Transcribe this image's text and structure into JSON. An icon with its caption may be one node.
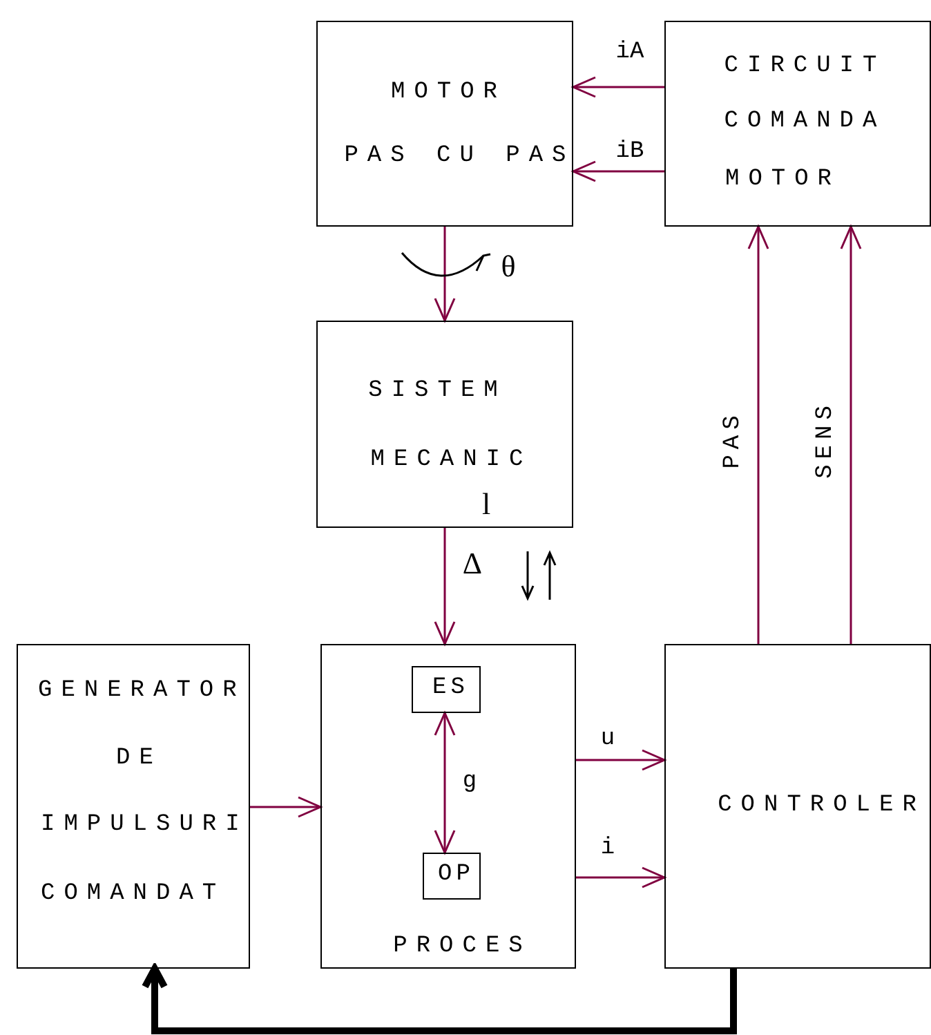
{
  "diagram": {
    "nodes": [
      {
        "text": [
          "MOTOR",
          "PAS CU PAS"
        ]
      },
      {
        "text": [
          "CIRCUIT",
          "COMANDA",
          "MOTOR"
        ]
      },
      {
        "text": [
          "SISTEM",
          "MECANIC"
        ]
      },
      {
        "text": [
          "GENERATOR",
          "DE",
          "IMPULSURI",
          "COMANDAT"
        ]
      },
      {
        "text": [
          "PROCES"
        ]
      },
      {
        "text": [
          "ES"
        ],
        "in": 4
      },
      {
        "text": [
          "OP"
        ],
        "in": 4
      },
      {
        "text": [
          "CONTROLER"
        ]
      }
    ],
    "edges": [
      {
        "from": 1,
        "to": 0,
        "arrow": "to",
        "label": "iA"
      },
      {
        "from": 1,
        "to": 0,
        "arrow": "to",
        "label": "iB"
      },
      {
        "from": 0,
        "to": 2,
        "arrow": "to"
      },
      {
        "from": 2,
        "to": 4,
        "arrow": "to"
      },
      {
        "from": 3,
        "to": 4,
        "arrow": "to"
      },
      {
        "from": 5,
        "to": 6,
        "arrow": "both",
        "label": "g"
      },
      {
        "from": 4,
        "to": 7,
        "arrow": "to",
        "label": "u"
      },
      {
        "from": 4,
        "to": 7,
        "arrow": "to",
        "label": "i"
      },
      {
        "from": 7,
        "to": 1,
        "arrow": "to",
        "label": "PAS"
      },
      {
        "from": 7,
        "to": 1,
        "arrow": "to",
        "label": "SENS"
      },
      {
        "from": 7,
        "to": 3,
        "arrow": "to",
        "style": "thick",
        "color": "#000000"
      }
    ],
    "labels": [
      "θ",
      "l",
      "Δ"
    ]
  }
}
